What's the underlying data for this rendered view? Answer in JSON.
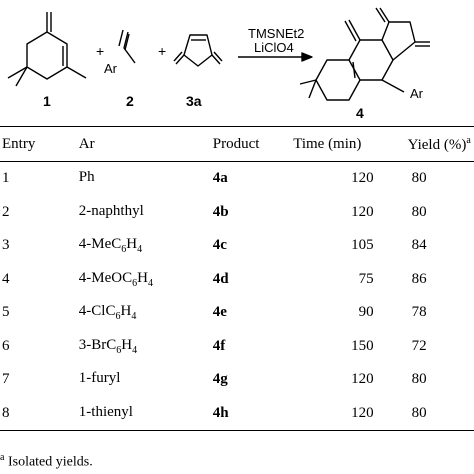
{
  "scheme": {
    "reagent_top": "TMSNEt2",
    "reagent_bottom": "LiClO4",
    "plus": "+",
    "ar_group": "Ar",
    "compound_labels": [
      "1",
      "2",
      "3a",
      "4"
    ]
  },
  "table": {
    "headers": [
      "Entry",
      "Ar",
      "Product",
      "Time (min)",
      "Yield (%)",
      "a"
    ],
    "rows": [
      {
        "entry": "1",
        "ar": "Ph",
        "ar_sub": "",
        "ar_tail": "",
        "ar_sub2": "",
        "product": "4a",
        "time": "120",
        "yield": "80"
      },
      {
        "entry": "2",
        "ar": "2-naphthyl",
        "ar_sub": "",
        "ar_tail": "",
        "ar_sub2": "",
        "product": "4b",
        "time": "120",
        "yield": "80"
      },
      {
        "entry": "3",
        "ar": "4-MeC",
        "ar_sub": "6",
        "ar_tail": "H",
        "ar_sub2": "4",
        "product": "4c",
        "time": "105",
        "yield": "84"
      },
      {
        "entry": "4",
        "ar": "4-MeOC",
        "ar_sub": "6",
        "ar_tail": "H",
        "ar_sub2": "4",
        "product": "4d",
        "time": "75",
        "yield": "86"
      },
      {
        "entry": "5",
        "ar": "4-ClC",
        "ar_sub": "6",
        "ar_tail": "H",
        "ar_sub2": "4",
        "product": "4e",
        "time": "90",
        "yield": "78"
      },
      {
        "entry": "6",
        "ar": "3-BrC",
        "ar_sub": "6",
        "ar_tail": "H",
        "ar_sub2": "4",
        "product": "4f",
        "time": "150",
        "yield": "72"
      },
      {
        "entry": "7",
        "ar": "1-furyl",
        "ar_sub": "",
        "ar_tail": "",
        "ar_sub2": "",
        "product": "4g",
        "time": "120",
        "yield": "80"
      },
      {
        "entry": "8",
        "ar": "1-thienyl",
        "ar_sub": "",
        "ar_tail": "",
        "ar_sub2": "",
        "product": "4h",
        "time": "120",
        "yield": "80"
      }
    ]
  },
  "footnote": {
    "mark": "a",
    "text": " Isolated yields."
  }
}
